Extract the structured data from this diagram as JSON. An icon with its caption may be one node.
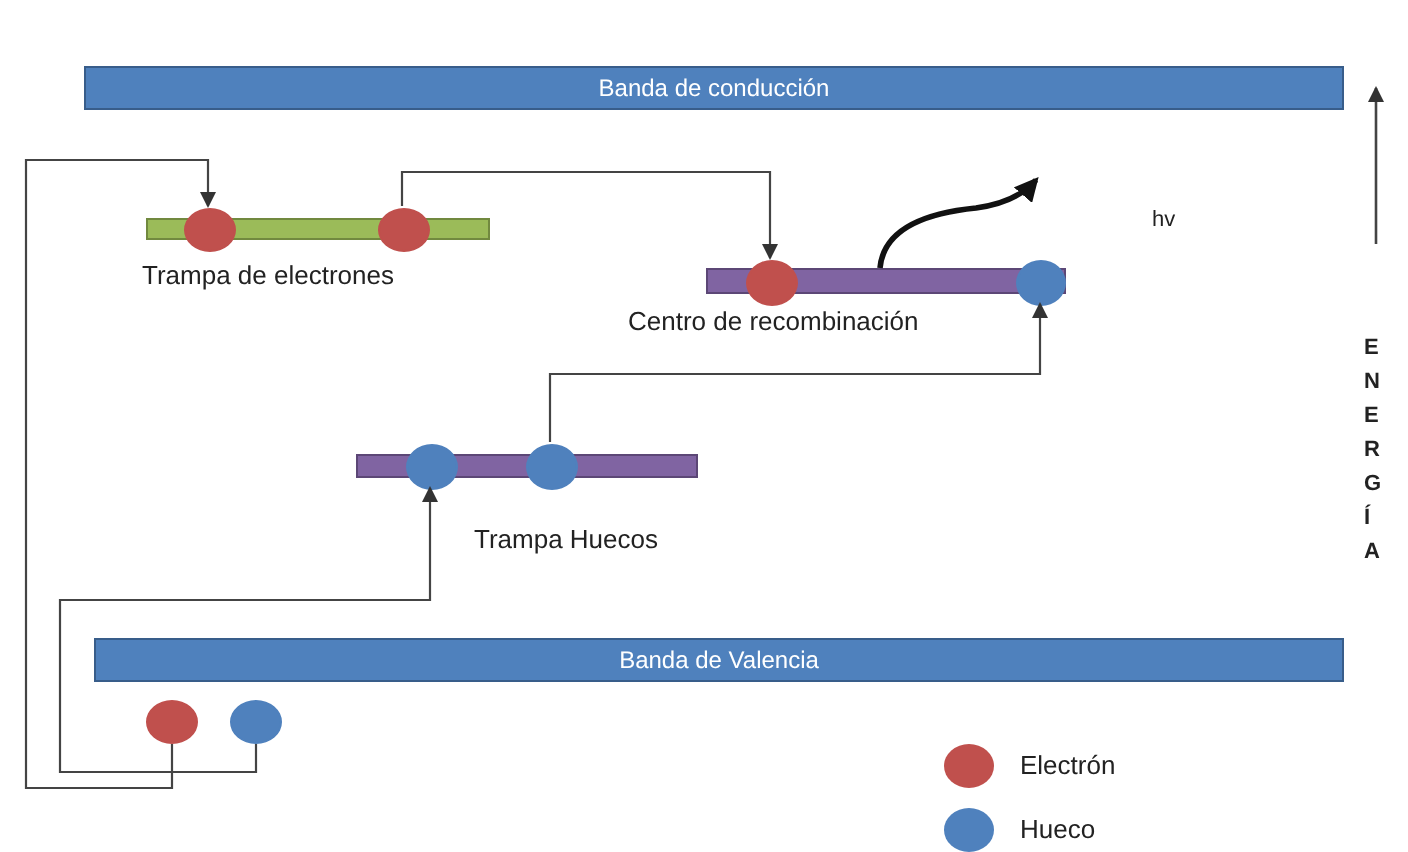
{
  "diagram": {
    "nodes": [
      {
        "text": [
          "Banda de conducción"
        ]
      },
      {
        "text": [
          "Trampa de electrones"
        ]
      },
      {
        "text": [],
        "shape": "circle",
        "in": 1
      },
      {
        "text": [],
        "shape": "circle",
        "in": 1
      },
      {
        "text": [
          "Centro de recombinación"
        ]
      },
      {
        "text": [],
        "shape": "circle",
        "in": 4
      },
      {
        "text": [],
        "shape": "circle",
        "in": 4
      },
      {
        "text": [
          "Trampa Huecos"
        ]
      },
      {
        "text": [],
        "shape": "circle",
        "in": 7
      },
      {
        "text": [],
        "shape": "circle",
        "in": 7
      },
      {
        "text": [
          "Banda de Valencia"
        ]
      },
      {
        "text": [],
        "shape": "circle"
      },
      {
        "text": [],
        "shape": "circle"
      }
    ],
    "edges": [
      {
        "from": 11,
        "to": 2,
        "arrow": "to"
      },
      {
        "from": 3,
        "to": 5,
        "arrow": "to"
      },
      {
        "from": 12,
        "to": 8,
        "arrow": "to"
      },
      {
        "from": 9,
        "to": 6,
        "arrow": "to"
      },
      {
        "from": 4,
        "to": null,
        "arrow": "to",
        "style": "thick"
      }
    ],
    "labels": [
      "hv",
      "E N E R G Í A"
    ],
    "legend": [
      {
        "text": "Electrón",
        "color": "#c0504d"
      },
      {
        "text": "Hueco",
        "color": "#4f81bd"
      }
    ]
  }
}
